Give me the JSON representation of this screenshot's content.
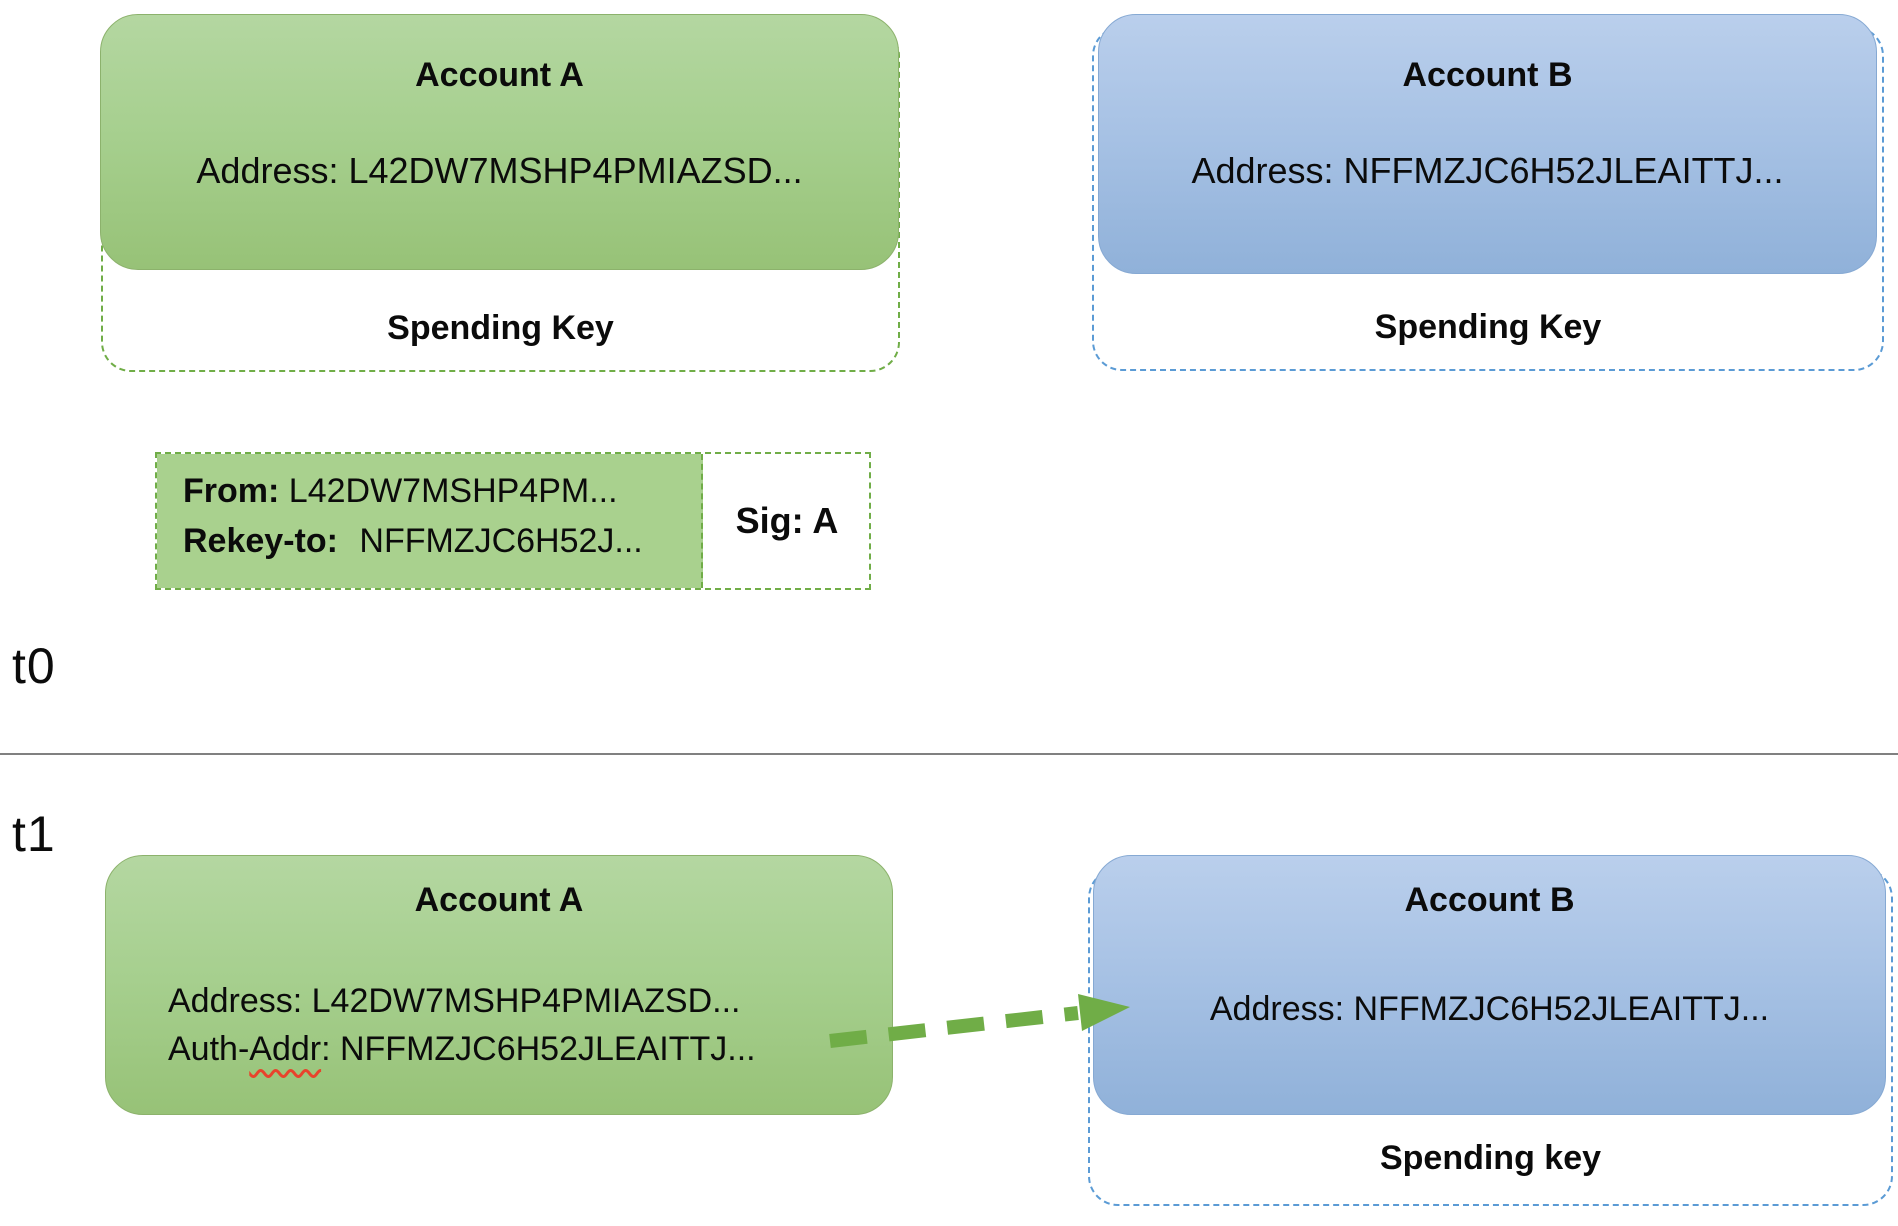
{
  "palette": {
    "green_fill": "#a9d18e",
    "green_stroke": "#70ad47",
    "blue_fill": "#a6c1e4",
    "blue_stroke": "#5b9bd5",
    "arrow_green": "#70ad47",
    "divider_gray": "#808080",
    "squiggle_red": "#e8432c",
    "text_black": "#0b0b0b"
  },
  "t0": {
    "time_label": "t0",
    "account_a": {
      "title": "Account A",
      "address": "Address: L42DW7MSHP4PMIAZSD...",
      "spending_key_label": "Spending Key"
    },
    "account_b": {
      "title": "Account B",
      "address": "Address: NFFMZJC6H52JLEAITTJ...",
      "spending_key_label": "Spending Key"
    },
    "rekey_transaction": {
      "from_label": "From:",
      "from_value": "L42DW7MSHP4PM...",
      "rekey_label": "Rekey-to:",
      "rekey_value": "NFFMZJC6H52J...",
      "sig_label": "Sig: A"
    }
  },
  "t1": {
    "time_label": "t1",
    "account_a": {
      "title": "Account A",
      "address": "Address: L42DW7MSHP4PMIAZSD...",
      "auth_addr_prefix": "Auth-",
      "auth_addr_word": "Addr",
      "auth_addr_rest": ": NFFMZJC6H52JLEAITTJ..."
    },
    "account_b": {
      "title": "Account B",
      "address": "Address: NFFMZJC6H52JLEAITTJ...",
      "spending_key_label": "Spending key"
    }
  }
}
